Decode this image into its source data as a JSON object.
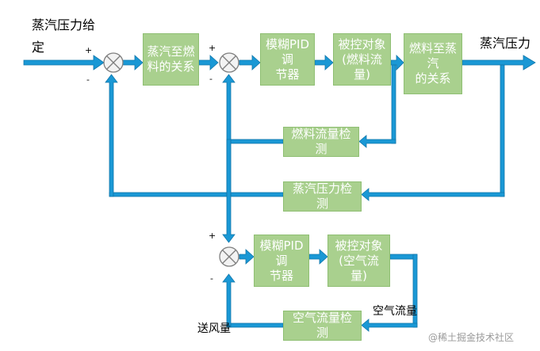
{
  "colors": {
    "flow": "#1a98d5",
    "flow_edge": "#1277aa",
    "box_fill": "#a9d08e",
    "box_text": "#ffffff"
  },
  "labels": {
    "steam_pressure_setpoint_line1": "蒸汽压力给",
    "steam_pressure_setpoint_line2": "定",
    "steam_pressure_output": "蒸汽压力",
    "air_flow": "空气流量",
    "supply_air": "送风量"
  },
  "signs": {
    "j1_plus": "+",
    "j1_minus": "-",
    "j2_plus": "+",
    "j2_minus": "-",
    "j3_plus": "+",
    "j3_minus": "-"
  },
  "blocks": {
    "steam_to_fuel": [
      "蒸汽至燃",
      "料的关系"
    ],
    "fuzzy_pid_top": [
      "模糊PID调",
      "节器"
    ],
    "plant_fuel": [
      "被控对象",
      "(燃料流量)"
    ],
    "fuel_to_steam": [
      "燃料至蒸汽",
      "的关系"
    ],
    "fuel_flow_detect": [
      "燃料流量检测"
    ],
    "steam_pressure_detect": [
      "蒸汽压力检测"
    ],
    "fuzzy_pid_bottom": [
      "模糊PID调",
      "节器"
    ],
    "plant_air": [
      "被控对象",
      "(空气流量)"
    ],
    "air_flow_detect": [
      "空气流量检测"
    ]
  },
  "watermark": "@稀土掘金技术社区"
}
